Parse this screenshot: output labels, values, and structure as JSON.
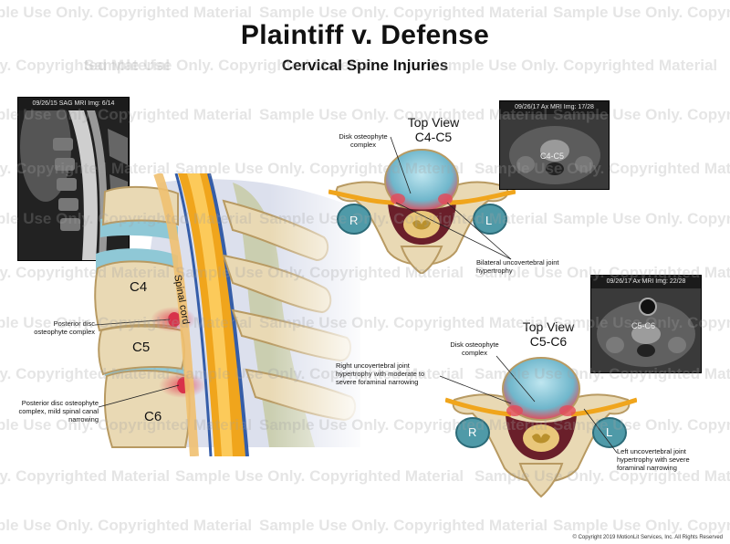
{
  "header": {
    "title": "Plaintiff v. Defense",
    "subtitle": "Cervical Spine Injuries"
  },
  "sagittal_mri": {
    "caption": "09/26/15 SAG MRI Img: 6/14"
  },
  "sagittal_illustration": {
    "spinal_cord_label": "Spinal cord",
    "vertebrae": [
      "C4",
      "C5",
      "C6"
    ],
    "annotations": {
      "posterior_disc": "Posterior disc osteophyte complex",
      "canal_narrowing": "Posterior disc osteophyte complex, mild spinal canal narrowing"
    }
  },
  "top_view_c4c5": {
    "title_line1": "Top View",
    "title_line2": "C4-C5",
    "disk_label": "Disk osteophyte complex",
    "bilateral_label": "Bilateral uncovertebral joint hypertrophy",
    "side_left": "R",
    "side_right": "L",
    "mri_caption": "09/26/17 Ax MRI Img: 17/28",
    "mri_level": "C4-C5"
  },
  "top_view_c5c6": {
    "title_line1": "Top View",
    "title_line2": "C5-C6",
    "disk_label": "Disk osteophyte complex",
    "right_label": "Right uncovertebral joint hypertrophy with moderate to severe foraminal narrowing",
    "left_label": "Left uncovertebral joint hypertrophy with severe foraminal narrowing",
    "side_left": "R",
    "side_right": "L",
    "mri_caption": "09/26/17 Ax MRI Img: 22/28",
    "mri_level": "C5-C6"
  },
  "watermark_text": "Sample Use Only. Copyrighted Material",
  "copyright": "© Copyright 2019 MotionLit Services, Inc. All Rights Reserved",
  "colors": {
    "bone": "#e9d9b4",
    "bone_edge": "#b89a62",
    "disc": "#8fc8d6",
    "cord": "#f0a51c",
    "canal": "#6a1f2a",
    "inflammation": "#e34a5a"
  }
}
